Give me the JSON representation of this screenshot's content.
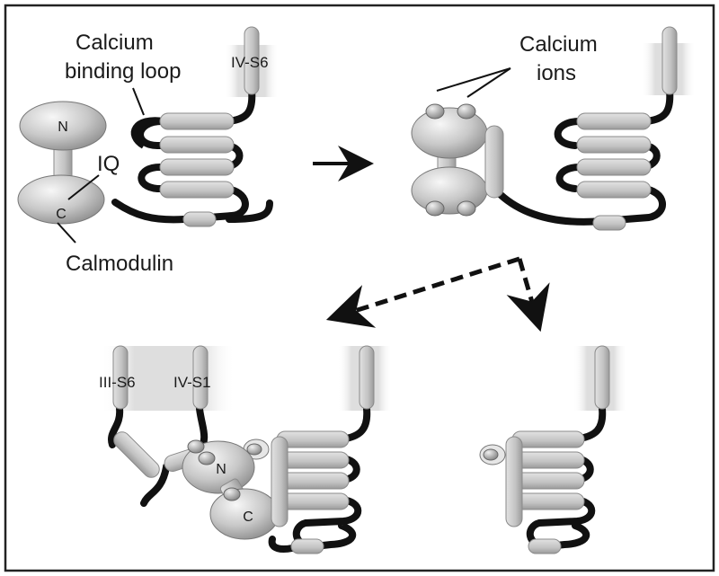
{
  "labels": {
    "calcium_binding_loop_line1": "Calcium",
    "calcium_binding_loop_line2": "binding loop",
    "segment_iv_s6": "IV-S6",
    "calcium_ions_line1": "Calcium",
    "calcium_ions_line2": "ions",
    "iq_motif": "IQ",
    "calmodulin": "Calmodulin",
    "lobe_n": "N",
    "lobe_c": "C",
    "segment_iii_s6": "III-S6",
    "segment_iv_s1": "IV-S1"
  },
  "colors": {
    "membrane": "#e4e4e4",
    "helix": "#c9c9c9",
    "helix_stroke": "#8a8a8a",
    "linker": "#111111",
    "arrow": "#111111",
    "border": "#222222"
  }
}
